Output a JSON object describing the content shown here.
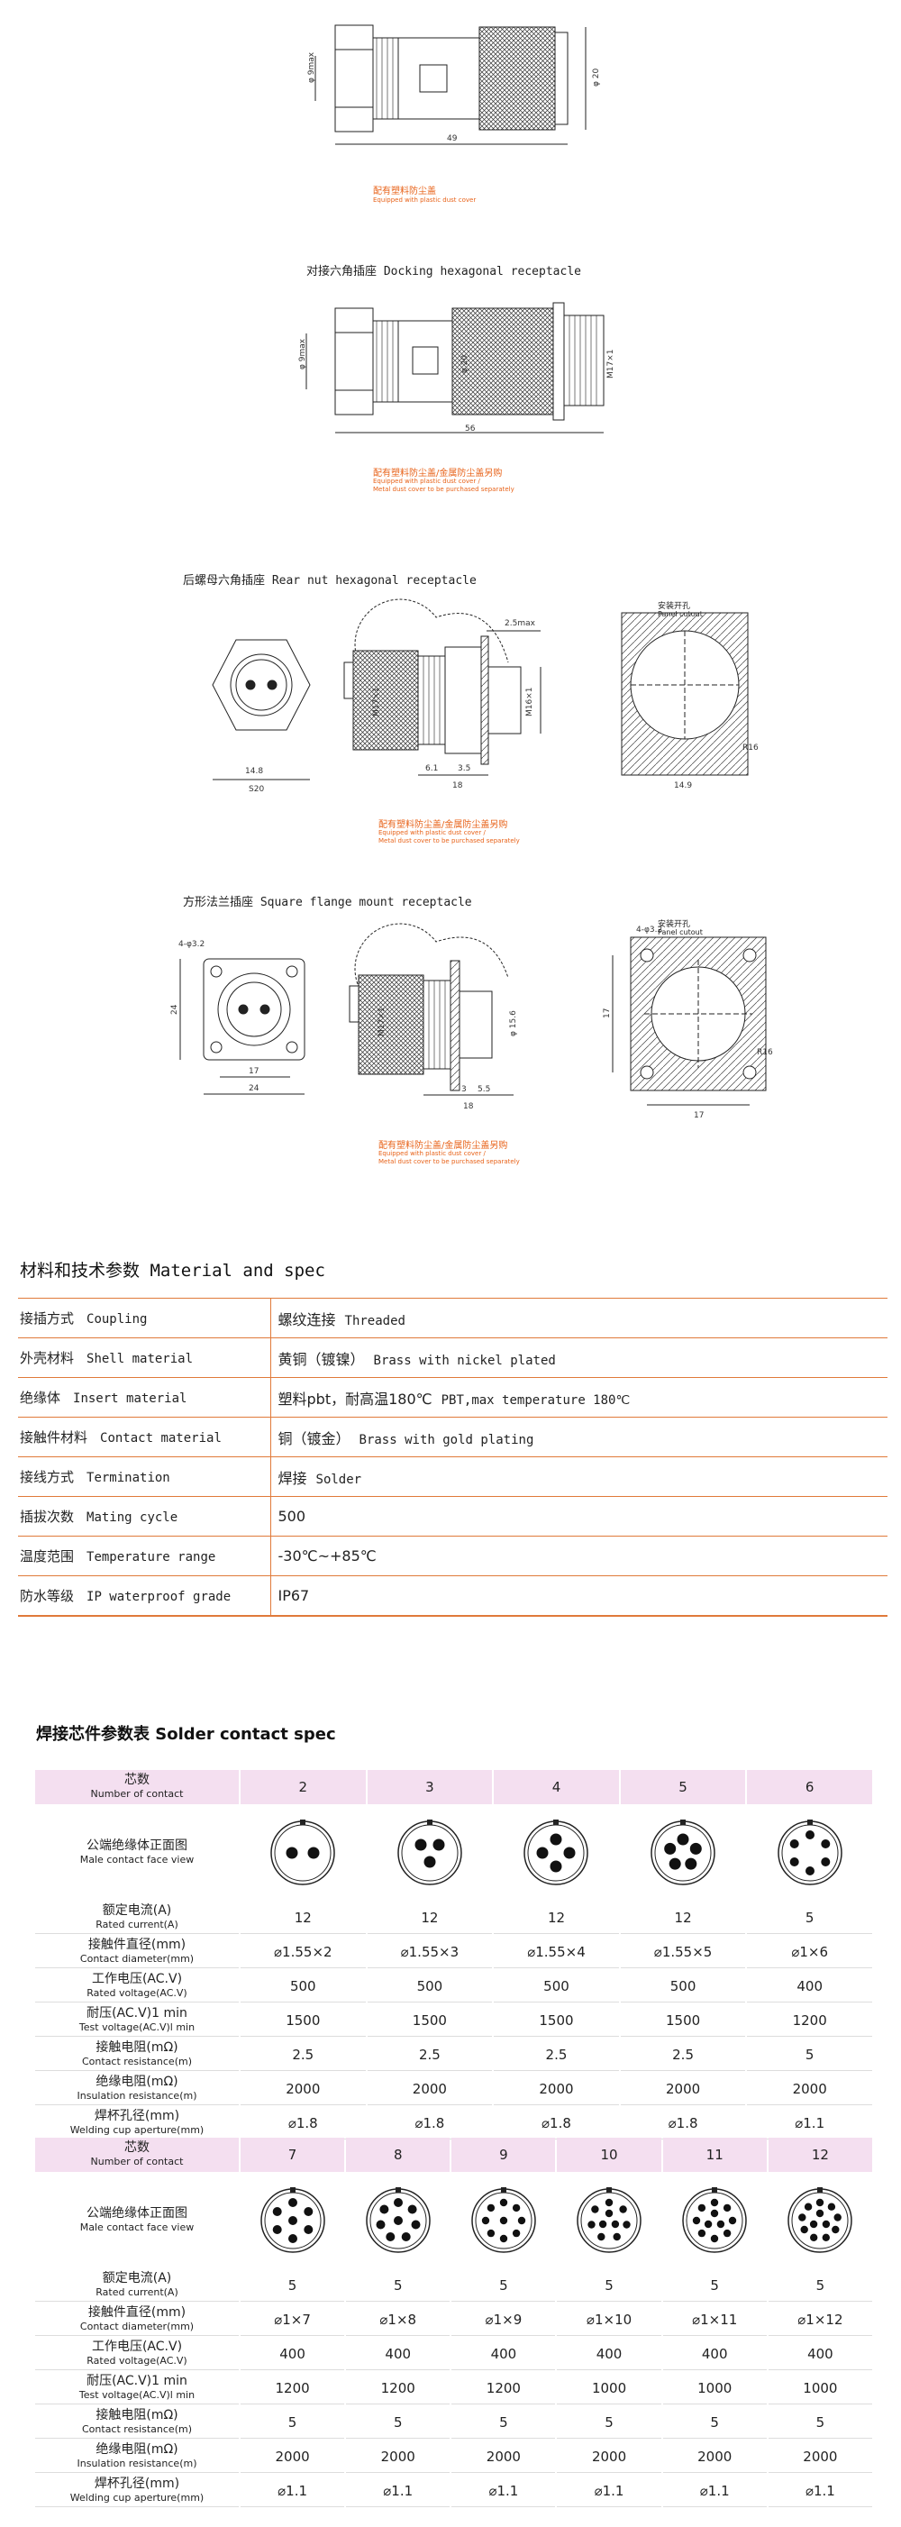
{
  "drawings": {
    "plug": {
      "dims": {
        "d_max": "φ 9max",
        "d_outer": "φ 20",
        "length": "49"
      },
      "note_cn": "配有塑料防尘盖",
      "note_en": "Equipped with plastic dust cover"
    },
    "docking": {
      "caption": "对接六角插座 Docking hexagonal receptacle",
      "dims": {
        "d_max": "φ 9max",
        "d_outer": "φ 20",
        "thread": "M17×1",
        "length": "56"
      },
      "note_cn": "配有塑料防尘盖/金属防尘盖另购",
      "note_en_1": "Equipped with plastic dust cover /",
      "note_en_2": "Metal dust cover to be purchased separately"
    },
    "rear_nut": {
      "caption": "后螺母六角插座 Rear nut hexagonal receptacle",
      "dims": {
        "hex": "14.8",
        "width": "S20",
        "thread1": "M17×1",
        "thread2": "M16×1",
        "gap": "2.5max",
        "a": "6.1",
        "b": "3.5",
        "len": "18"
      },
      "cutout_cn": "安装开孔",
      "cutout_en": "Panel cutout",
      "cutout_dims": {
        "w": "14.9",
        "r": "R16"
      },
      "note_cn": "配有塑料防尘盖/金属防尘盖另购",
      "note_en_1": "Equipped with plastic dust cover /",
      "note_en_2": "Metal dust cover to be purchased separately"
    },
    "square": {
      "caption": "方形法兰插座 Square flange mount receptacle",
      "dims": {
        "hole": "4-φ3.2",
        "h": "24",
        "w17": "17",
        "w24": "24",
        "thread": "M17×1",
        "d": "φ 15.6",
        "len": "18",
        "a": "3",
        "b": "5.5"
      },
      "cutout_cn": "安装开孔",
      "cutout_en": "Panel cutout",
      "cutout_dims": {
        "hole": "4-φ3.2",
        "h": "17",
        "w": "17",
        "r": "R16"
      },
      "note_cn": "配有塑料防尘盖/金属防尘盖另购",
      "note_en_1": "Equipped with plastic dust cover /",
      "note_en_2": "Metal dust cover to be purchased separately"
    }
  },
  "spec": {
    "title": "材料和技术参数 Material and spec",
    "rows": [
      {
        "k_cn": "接插方式",
        "k_en": "Coupling",
        "v_cn": "螺纹连接",
        "v_en": "Threaded"
      },
      {
        "k_cn": "外壳材料",
        "k_en": "Shell material",
        "v_cn": "黄铜（镀镍）",
        "v_en": "Brass with nickel plated"
      },
      {
        "k_cn": "绝缘体",
        "k_en": "Insert material",
        "v_cn": "塑料pbt，耐高温180℃",
        "v_en": "PBT,max temperature 180℃"
      },
      {
        "k_cn": "接触件材料",
        "k_en": "Contact material",
        "v_cn": "铜（镀金）",
        "v_en": "Brass with gold plating"
      },
      {
        "k_cn": "接线方式",
        "k_en": "Termination",
        "v_cn": "焊接",
        "v_en": "Solder"
      },
      {
        "k_cn": "插拔次数",
        "k_en": "Mating cycle",
        "v_cn": "500",
        "v_en": ""
      },
      {
        "k_cn": "温度范围",
        "k_en": "Temperature range",
        "v_cn": "-30℃~+85℃",
        "v_en": ""
      },
      {
        "k_cn": "防水等级",
        "k_en": "IP waterproof grade",
        "v_cn": "IP67",
        "v_en": ""
      }
    ]
  },
  "solder": {
    "title": "焊接芯件参数表  Solder contact spec",
    "labels": {
      "contacts_cn": "芯数",
      "contacts_en": "Number of contact",
      "face_cn": "公端绝缘体正面图",
      "face_en": "Male contact face view",
      "current_cn": "额定电流(A)",
      "current_en": "Rated current(A)",
      "diameter_cn": "接触件直径(mm)",
      "diameter_en": "Contact diameter(mm)",
      "voltage_cn": "工作电压(AC.V)",
      "voltage_en": "Rated voltage(AC.V)",
      "test_cn": "耐压(AC.V)1 min",
      "test_en": "Test voltage(AC.V)l min",
      "resistance_cn": "接触电阻(mΩ)",
      "resistance_en": "Contact resistance(m)",
      "insulation_cn": "绝缘电阻(mΩ)",
      "insulation_en": "Insulation resistance(m)",
      "cup_cn": "焊杯孔径(mm)",
      "cup_en": "Welding cup aperture(mm)"
    },
    "table1": {
      "contacts": [
        "2",
        "3",
        "4",
        "5",
        "6"
      ],
      "current": [
        "12",
        "12",
        "12",
        "12",
        "5"
      ],
      "diameter": [
        "⌀1.55×2",
        "⌀1.55×3",
        "⌀1.55×4",
        "⌀1.55×5",
        "⌀1×6"
      ],
      "voltage": [
        "500",
        "500",
        "500",
        "500",
        "400"
      ],
      "test": [
        "1500",
        "1500",
        "1500",
        "1500",
        "1200"
      ],
      "resistance": [
        "2.5",
        "2.5",
        "2.5",
        "2.5",
        "5"
      ],
      "insulation": [
        "2000",
        "2000",
        "2000",
        "2000",
        "2000"
      ],
      "cup": [
        "⌀1.8",
        "⌀1.8",
        "⌀1.8",
        "⌀1.8",
        "⌀1.1"
      ]
    },
    "table2": {
      "contacts": [
        "7",
        "8",
        "9",
        "10",
        "11",
        "12"
      ],
      "current": [
        "5",
        "5",
        "5",
        "5",
        "5",
        "5"
      ],
      "diameter": [
        "⌀1×7",
        "⌀1×8",
        "⌀1×9",
        "⌀1×10",
        "⌀1×11",
        "⌀1×12"
      ],
      "voltage": [
        "400",
        "400",
        "400",
        "400",
        "400",
        "400"
      ],
      "test": [
        "1200",
        "1200",
        "1200",
        "1000",
        "1000",
        "1000"
      ],
      "resistance": [
        "5",
        "5",
        "5",
        "5",
        "5",
        "5"
      ],
      "insulation": [
        "2000",
        "2000",
        "2000",
        "2000",
        "2000",
        "2000"
      ],
      "cup": [
        "⌀1.1",
        "⌀1.1",
        "⌀1.1",
        "⌀1.1",
        "⌀1.1",
        "⌀1.1"
      ]
    }
  }
}
